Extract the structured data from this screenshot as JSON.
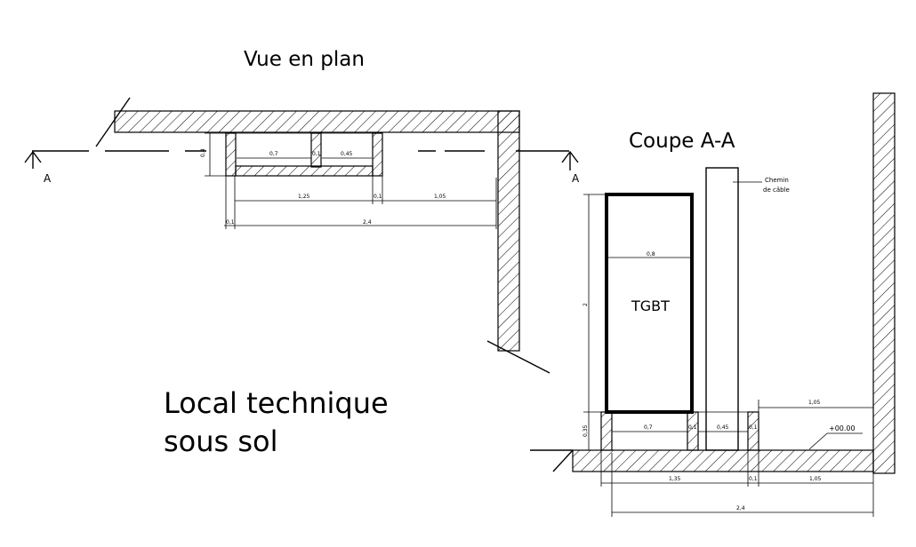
{
  "titles": {
    "plan": "Vue en plan",
    "section": "Coupe A-A",
    "main_line1": "Local technique",
    "main_line2": "sous sol"
  },
  "section_markers": {
    "left": "A",
    "right": "A"
  },
  "plan_dims": {
    "height": "0,4",
    "d1": "0,7",
    "d2": "0,1",
    "d3": "0,45",
    "d4": "1,25",
    "d5": "0,1",
    "d6": "1,05",
    "d7": "0,1",
    "d8": "2,4"
  },
  "section_dims": {
    "width": "0,8",
    "height": "2",
    "base_h": "0,35",
    "b1": "0,7",
    "b2": "0,1",
    "b3": "0,45",
    "b4": "0,1",
    "top_right": "1,05",
    "level": "+00.00",
    "c1": "1,35",
    "c2": "0,1",
    "c3": "1,05",
    "total": "2,4"
  },
  "labels": {
    "panel": "TGBT",
    "cable_line1": "Chemin",
    "cable_line2": "de câble"
  }
}
